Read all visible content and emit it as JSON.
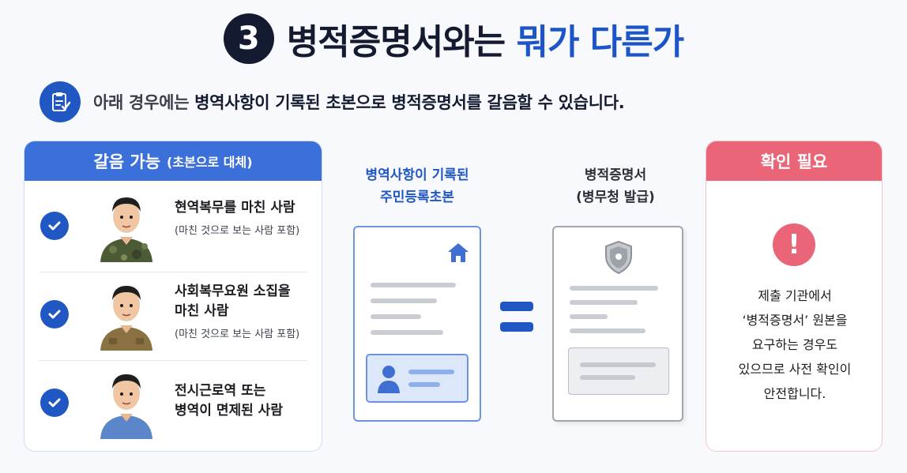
{
  "title": {
    "number": "3",
    "part1": "병적증명서와는",
    "part2": "뭐가 다른가"
  },
  "subtitle": {
    "icon": "clipboard-check-icon",
    "part1": "아래 경우에는",
    "part2": "병역사항이 기록된 초본으로 병적증명서를 갈음할 수 있습니다."
  },
  "left_card": {
    "title": "갈음 가능",
    "title_note": "(초본으로 대체)",
    "items": [
      {
        "line1": "현역복무를 마친 사람",
        "line2": "",
        "note": "(마친 것으로 보는 사람 포함)",
        "person": "soldier-camo-icon"
      },
      {
        "line1": "사회복무요원 소집을",
        "line2": "마친 사람",
        "note": "(마친 것으로 보는 사람 포함)",
        "person": "soldier-khaki-icon"
      },
      {
        "line1": "전시근로역 또는",
        "line2": "병역이 면제된 사람",
        "note": "",
        "person": "civilian-icon"
      }
    ]
  },
  "middle": {
    "doc1_label_line1": "병역사항이 기록된",
    "doc1_label_line2": "주민등록초본",
    "doc1_icon": "house-icon",
    "doc2_label_line1": "병적증명서",
    "doc2_label_line2": "(병무청 발급)",
    "doc2_icon": "shield-icon",
    "equals_icon": "equals-icon"
  },
  "right_card": {
    "title": "확인 필요",
    "icon": "exclamation-icon",
    "lines": [
      "제출 기관에서",
      "‘병적증명서’ 원본을",
      "요구하는 경우도",
      "있으므로 사전 확인이",
      "안전합니다."
    ]
  },
  "colors": {
    "navy": "#141a2f",
    "blue": "#2157c2",
    "header_blue": "#3b6fd9",
    "pink": "#e96577"
  }
}
